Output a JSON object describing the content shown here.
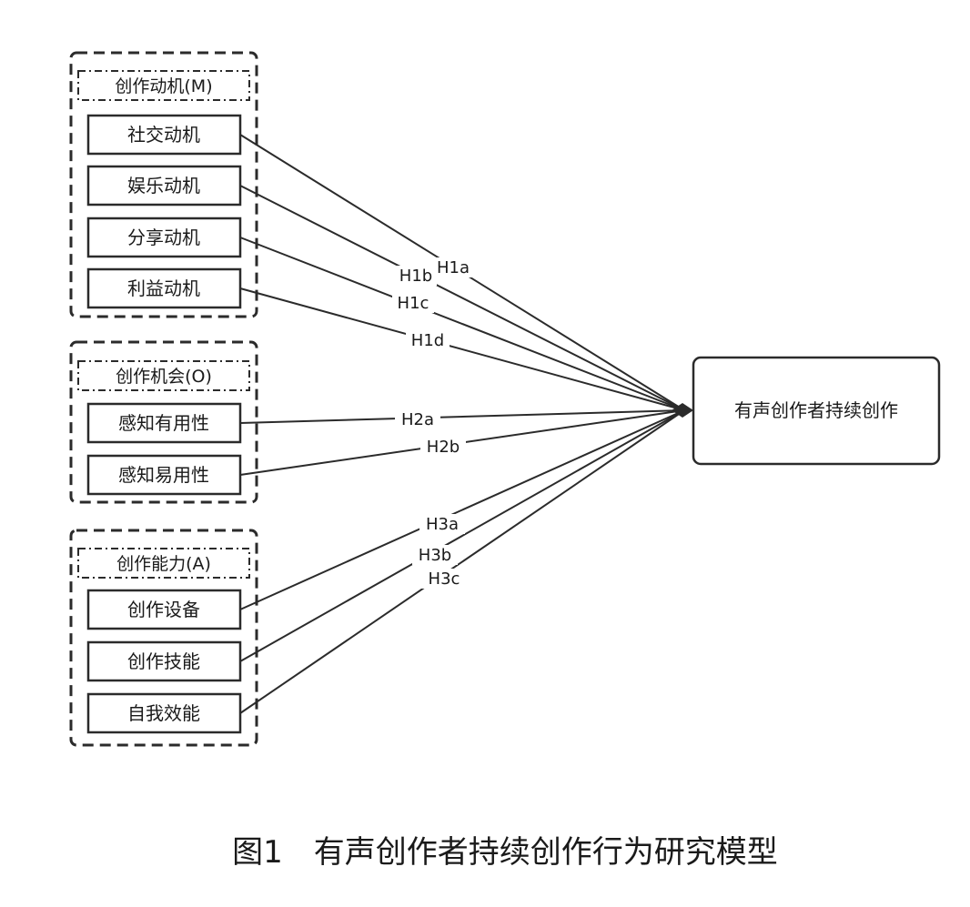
{
  "groups": [
    {
      "id": "motivation",
      "title": "创作动机(M)",
      "items": [
        "社交动机",
        "娱乐动机",
        "分享动机",
        "利益动机"
      ]
    },
    {
      "id": "opportunity",
      "title": "创作机会(O)",
      "items": [
        "感知有用性",
        "感知易用性"
      ]
    },
    {
      "id": "ability",
      "title": "创作能力(A)",
      "items": [
        "创作设备",
        "创作技能",
        "自我效能"
      ]
    }
  ],
  "target": "有声创作者持续创作",
  "hypotheses": [
    "H1a",
    "H1b",
    "H1c",
    "H1d",
    "H2a",
    "H2b",
    "H3a",
    "H3b",
    "H3c"
  ],
  "caption": "图1　有声创作者持续创作行为研究模型",
  "colors": {
    "stroke": "#2b2b2b",
    "text": "#1a1a1a",
    "background": "#ffffff"
  }
}
